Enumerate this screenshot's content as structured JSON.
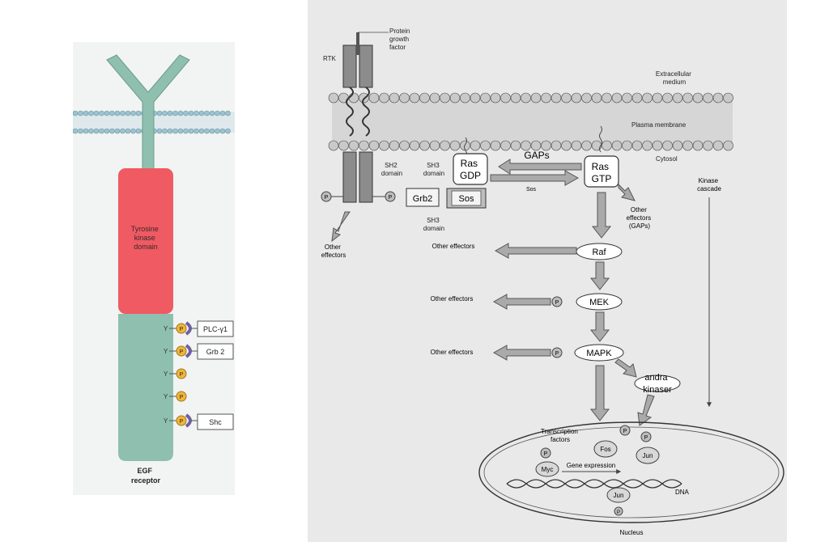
{
  "egf": {
    "kinase_label": [
      "Tyrosine",
      "kinase",
      "domain"
    ],
    "receptor_label": [
      "EGF",
      "receptor"
    ],
    "tyrosine": "Y",
    "phospho": "P",
    "partners": [
      "PLC-γ1",
      "Grb 2",
      "Shc"
    ]
  },
  "ras_pathway": {
    "growth_factor": [
      "Protein",
      "growth",
      "factor"
    ],
    "rtk": "RTK",
    "extracellular": [
      "Extracellular",
      "medium"
    ],
    "membrane": "Plasma membrane",
    "cytosol": "Cytosol",
    "sh2": [
      "SH2",
      "domain"
    ],
    "sh3_top": [
      "SH3",
      "domain"
    ],
    "sh3_bottom": [
      "SH3",
      "domain"
    ],
    "grb2": "Grb2",
    "sos": "Sos",
    "ras_gdp": [
      "Ras",
      "GDP"
    ],
    "ras_gtp": [
      "Ras",
      "GTP"
    ],
    "gaps": "GAPs",
    "sos_arrow": "Sos",
    "other_effectors_gaps": [
      "Other",
      "effectors",
      "(GAPs)"
    ],
    "other_effectors_left": [
      "Other",
      "effectors"
    ],
    "kinase_cascade": [
      "Kinase",
      "cascade"
    ],
    "raf": "Raf",
    "mek": "MEK",
    "mapk": "MAPK",
    "other_effectors": "Other effectors",
    "andra_kinaser": [
      "andra",
      "kinaser"
    ],
    "transcription_factors": [
      "Transcription",
      "factors"
    ],
    "fos": "Fos",
    "jun": "Jun",
    "myc": "Myc",
    "gene_expression": "Gene expression",
    "dna": "DNA",
    "nucleus": "Nucleus",
    "phospho": "P"
  },
  "colors": {
    "kinase_red": "#ef5a63",
    "receptor_teal": "#8fbfaf",
    "phospho_gold": "#f0b63a",
    "sh2_purple": "#6f5fa0"
  }
}
